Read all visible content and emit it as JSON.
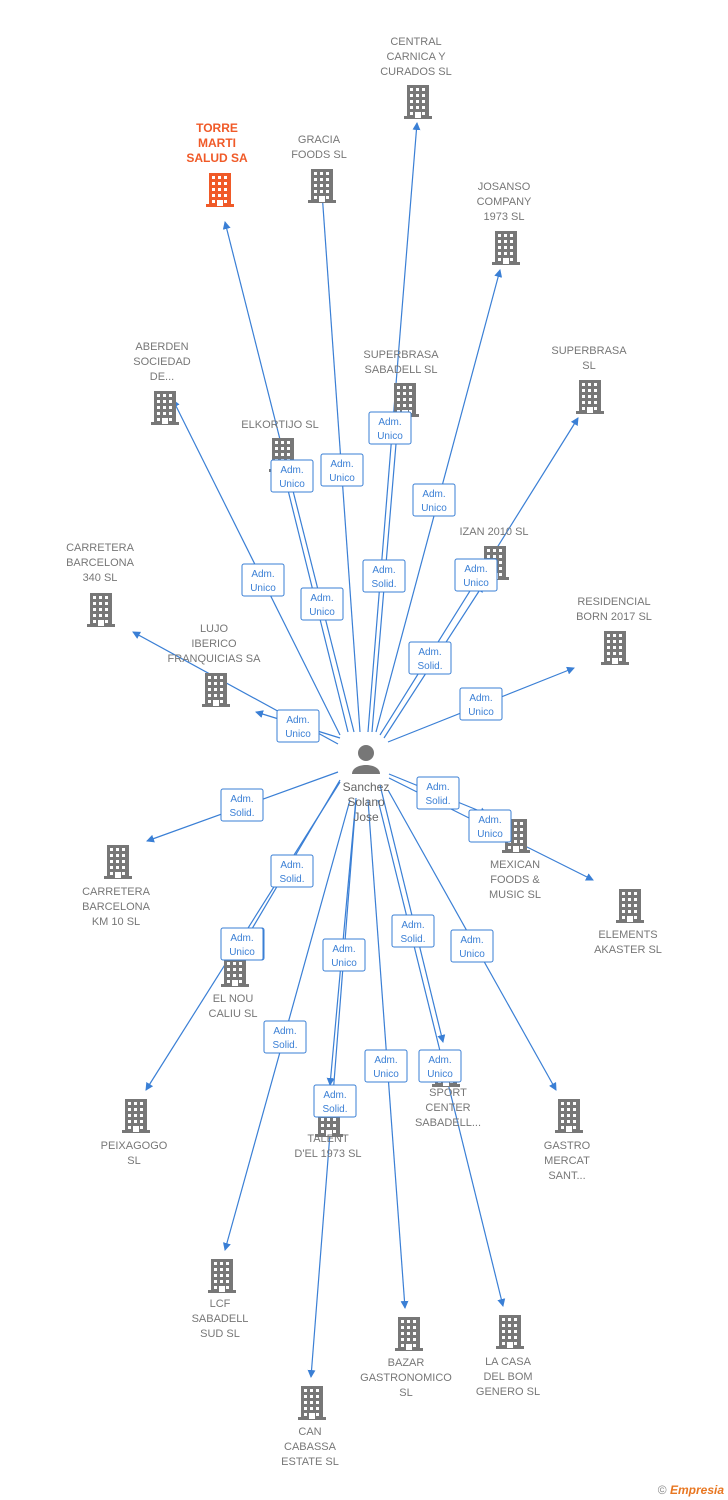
{
  "center": {
    "lines": [
      "Sanchez",
      "Solano",
      "Jose"
    ]
  },
  "colors": {
    "edge": "#3a7fd5",
    "node": "#777777",
    "highlight": "#f05a28"
  },
  "nodes": [
    {
      "id": "n1",
      "lines": [
        "CENTRAL",
        "CARNICA Y",
        "CURADOS  SL"
      ],
      "highlight": false
    },
    {
      "id": "n2",
      "lines": [
        "TORRE",
        "MARTI",
        "SALUD SA"
      ],
      "highlight": true
    },
    {
      "id": "n3",
      "lines": [
        "GRACIA",
        "FOODS  SL"
      ],
      "highlight": false
    },
    {
      "id": "n4",
      "lines": [
        "JOSANSO",
        "COMPANY",
        "1973  SL"
      ],
      "highlight": false
    },
    {
      "id": "n5",
      "lines": [
        "ABERDEN",
        "SOCIEDAD",
        "DE..."
      ],
      "highlight": false
    },
    {
      "id": "n6",
      "lines": [
        "SUPERBRASA",
        "SABADELL  SL"
      ],
      "highlight": false
    },
    {
      "id": "n7",
      "lines": [
        "SUPERBRASA",
        "SL"
      ],
      "highlight": false
    },
    {
      "id": "n8",
      "lines": [
        "ELKORTIJO  SL"
      ],
      "highlight": false
    },
    {
      "id": "n9",
      "lines": [
        "IZAN 2010  SL"
      ],
      "highlight": false
    },
    {
      "id": "n10",
      "lines": [
        "CARRETERA",
        "BARCELONA",
        "340  SL"
      ],
      "highlight": false
    },
    {
      "id": "n11",
      "lines": [
        "RESIDENCIAL",
        "BORN 2017  SL"
      ],
      "highlight": false
    },
    {
      "id": "n12",
      "lines": [
        "LUJO",
        "IBERICO",
        "FRANQUICIAS SA"
      ],
      "highlight": false
    },
    {
      "id": "n13",
      "lines": [
        "MEXICAN",
        "FOODS &",
        "MUSIC  SL"
      ],
      "highlight": false
    },
    {
      "id": "n14",
      "lines": [
        "CARRETERA",
        "BARCELONA",
        "KM 10  SL"
      ],
      "highlight": false
    },
    {
      "id": "n15",
      "lines": [
        "ELEMENTS",
        "AKASTER  SL"
      ],
      "highlight": false
    },
    {
      "id": "n16",
      "lines": [
        "EL NOU",
        "CALIU  SL"
      ],
      "highlight": false
    },
    {
      "id": "n17",
      "lines": [
        "PEIXAGOGO",
        "SL"
      ],
      "highlight": false
    },
    {
      "id": "n18",
      "lines": [
        "SPORT",
        "CENTER",
        "SABADELL..."
      ],
      "highlight": false
    },
    {
      "id": "n19",
      "lines": [
        "TALENT",
        "D'EL 1973  SL"
      ],
      "highlight": false
    },
    {
      "id": "n20",
      "lines": [
        "GASTRO",
        "MERCAT",
        "SANT..."
      ],
      "highlight": false
    },
    {
      "id": "n21",
      "lines": [
        "LCF",
        "SABADELL",
        "SUD  SL"
      ],
      "highlight": false
    },
    {
      "id": "n22",
      "lines": [
        "BAZAR",
        "GASTRONOMICO",
        "SL"
      ],
      "highlight": false
    },
    {
      "id": "n23",
      "lines": [
        "LA CASA",
        "DEL BOM",
        "GENERO  SL"
      ],
      "highlight": false
    },
    {
      "id": "n24",
      "lines": [
        "CAN",
        "CABASSA",
        "ESTATE  SL"
      ],
      "highlight": false
    }
  ],
  "edges": [
    {
      "to": "n1",
      "role": [
        "Adm.",
        "Unico"
      ]
    },
    {
      "to": "n2",
      "role": [
        "Adm.",
        "Unico"
      ]
    },
    {
      "to": "n3",
      "role": [
        "Adm.",
        "Unico"
      ]
    },
    {
      "to": "n4",
      "role": [
        "Adm.",
        "Unico"
      ]
    },
    {
      "to": "n5",
      "role": [
        "Adm.",
        "Unico"
      ]
    },
    {
      "to": "n6",
      "role": [
        "Adm.",
        "Solid."
      ]
    },
    {
      "to": "n7",
      "role": [
        "Adm.",
        "Unico"
      ]
    },
    {
      "to": "n8",
      "role": [
        "Adm.",
        "Unico"
      ]
    },
    {
      "to": "n9",
      "role": [
        "Adm.",
        "Solid."
      ]
    },
    {
      "to": "n10",
      "role": [
        "Adm.",
        "Solid."
      ]
    },
    {
      "to": "n11",
      "role": [
        "Adm.",
        "Unico"
      ]
    },
    {
      "to": "n12",
      "role": [
        "Adm.",
        "Unico"
      ]
    },
    {
      "to": "n13",
      "role": [
        "Adm.",
        "Solid."
      ]
    },
    {
      "to": "n14",
      "role": [
        "Adm.",
        "Solid."
      ]
    },
    {
      "to": "n15",
      "role": [
        "Adm.",
        "Unico"
      ]
    },
    {
      "to": "n16",
      "role": [
        "Adm.",
        "Solid."
      ]
    },
    {
      "to": "n17",
      "role": [
        "Adm.",
        "Unico"
      ]
    },
    {
      "to": "n18",
      "role": [
        "Adm.",
        "Solid."
      ]
    },
    {
      "to": "n19",
      "role": [
        "Adm.",
        "Solid."
      ]
    },
    {
      "to": "n20",
      "role": [
        "Adm.",
        "Unico"
      ]
    },
    {
      "to": "n21",
      "role": [
        "Adm.",
        "Solid."
      ]
    },
    {
      "to": "n22",
      "role": [
        "Adm.",
        "Unico"
      ]
    },
    {
      "to": "n23",
      "role": [
        "Adm.",
        "Unico"
      ]
    },
    {
      "to": "n24",
      "role": [
        "Adm.",
        "Unico"
      ]
    }
  ],
  "footer": {
    "copyright": "©",
    "brand": "Empresia"
  }
}
